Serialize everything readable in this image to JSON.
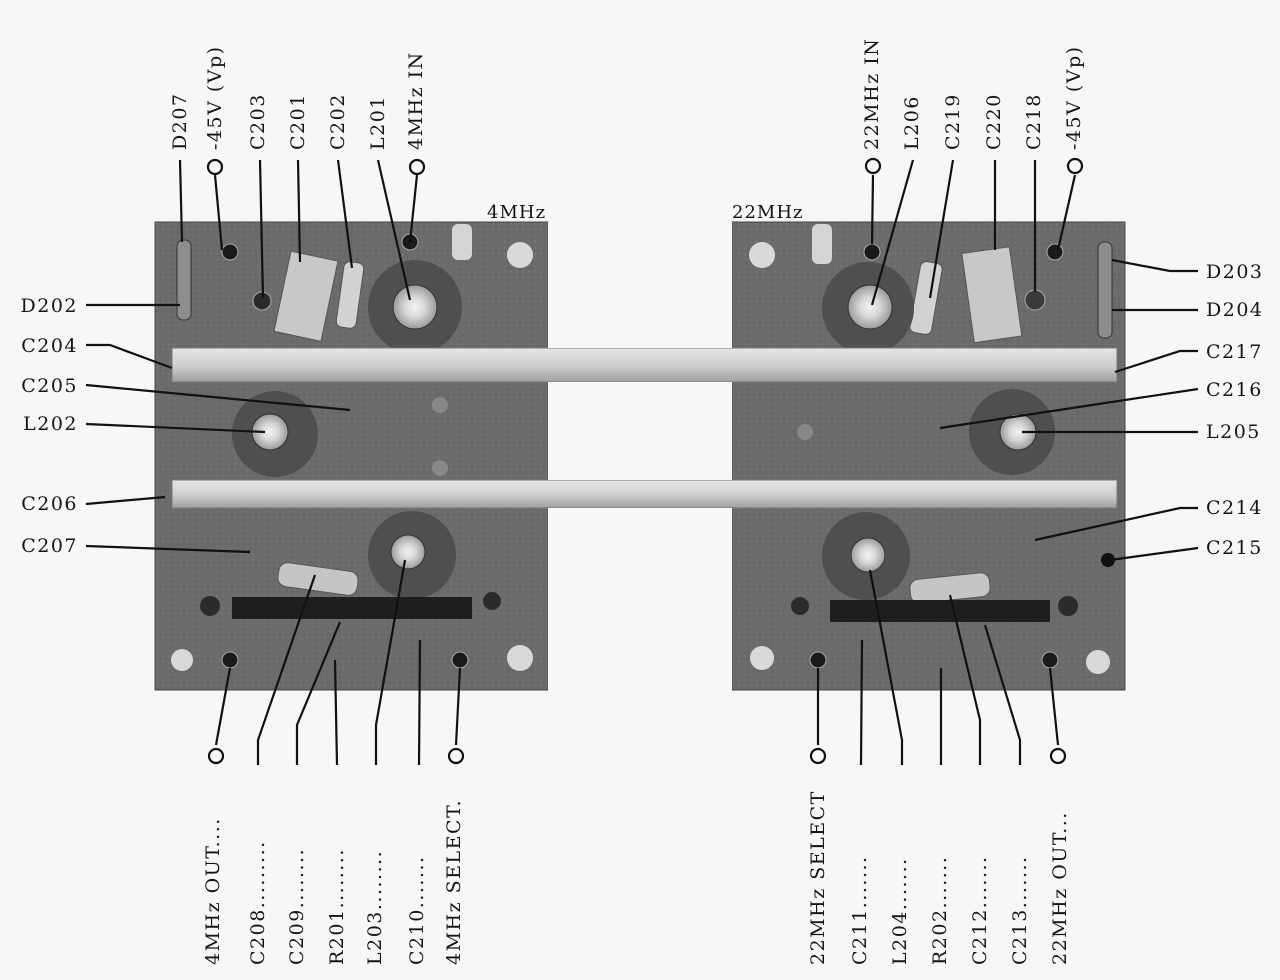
{
  "board_4mhz": {
    "title": "4MHz",
    "labels": {
      "d207": "D207",
      "vp": "-45V (Vp)",
      "c203": "C203",
      "c201": "C201",
      "c202": "C202",
      "l201": "L201",
      "in": "4MHz IN",
      "d202": "D202",
      "c204": "C204",
      "c205": "C205",
      "l202": "L202",
      "c206": "C206",
      "c207": "C207",
      "out": "4MHz OUT....",
      "c208": "C208.........",
      "c209": "C209........",
      "r201": "R201........",
      "l203": "L203........",
      "c210": "C210.......",
      "select": "4MHz SELECT."
    }
  },
  "board_22mhz": {
    "title": "22MHz",
    "labels": {
      "in": "22MHz IN",
      "l206": "L206",
      "c219": "C219",
      "c220": "C220",
      "c218": "C218",
      "vp": "-45V (Vp)",
      "d203": "D203",
      "d204": "D204",
      "c217": "C217",
      "c216": "C216",
      "l205": "L205",
      "c214": "C214",
      "c215": "C215",
      "select": "22MHz SELECT",
      "c211": "C211.......",
      "l204": "L204.......",
      "r202": "R202.......",
      "c212": "C212.......",
      "c213": "C213.......",
      "out": "22MHz OUT..."
    }
  },
  "colors": {
    "board": "#6e6e6e",
    "board_dark": "#4a4a4a",
    "bar": "#c9c9c9",
    "line": "#111111",
    "page": "#f7f7f5"
  }
}
